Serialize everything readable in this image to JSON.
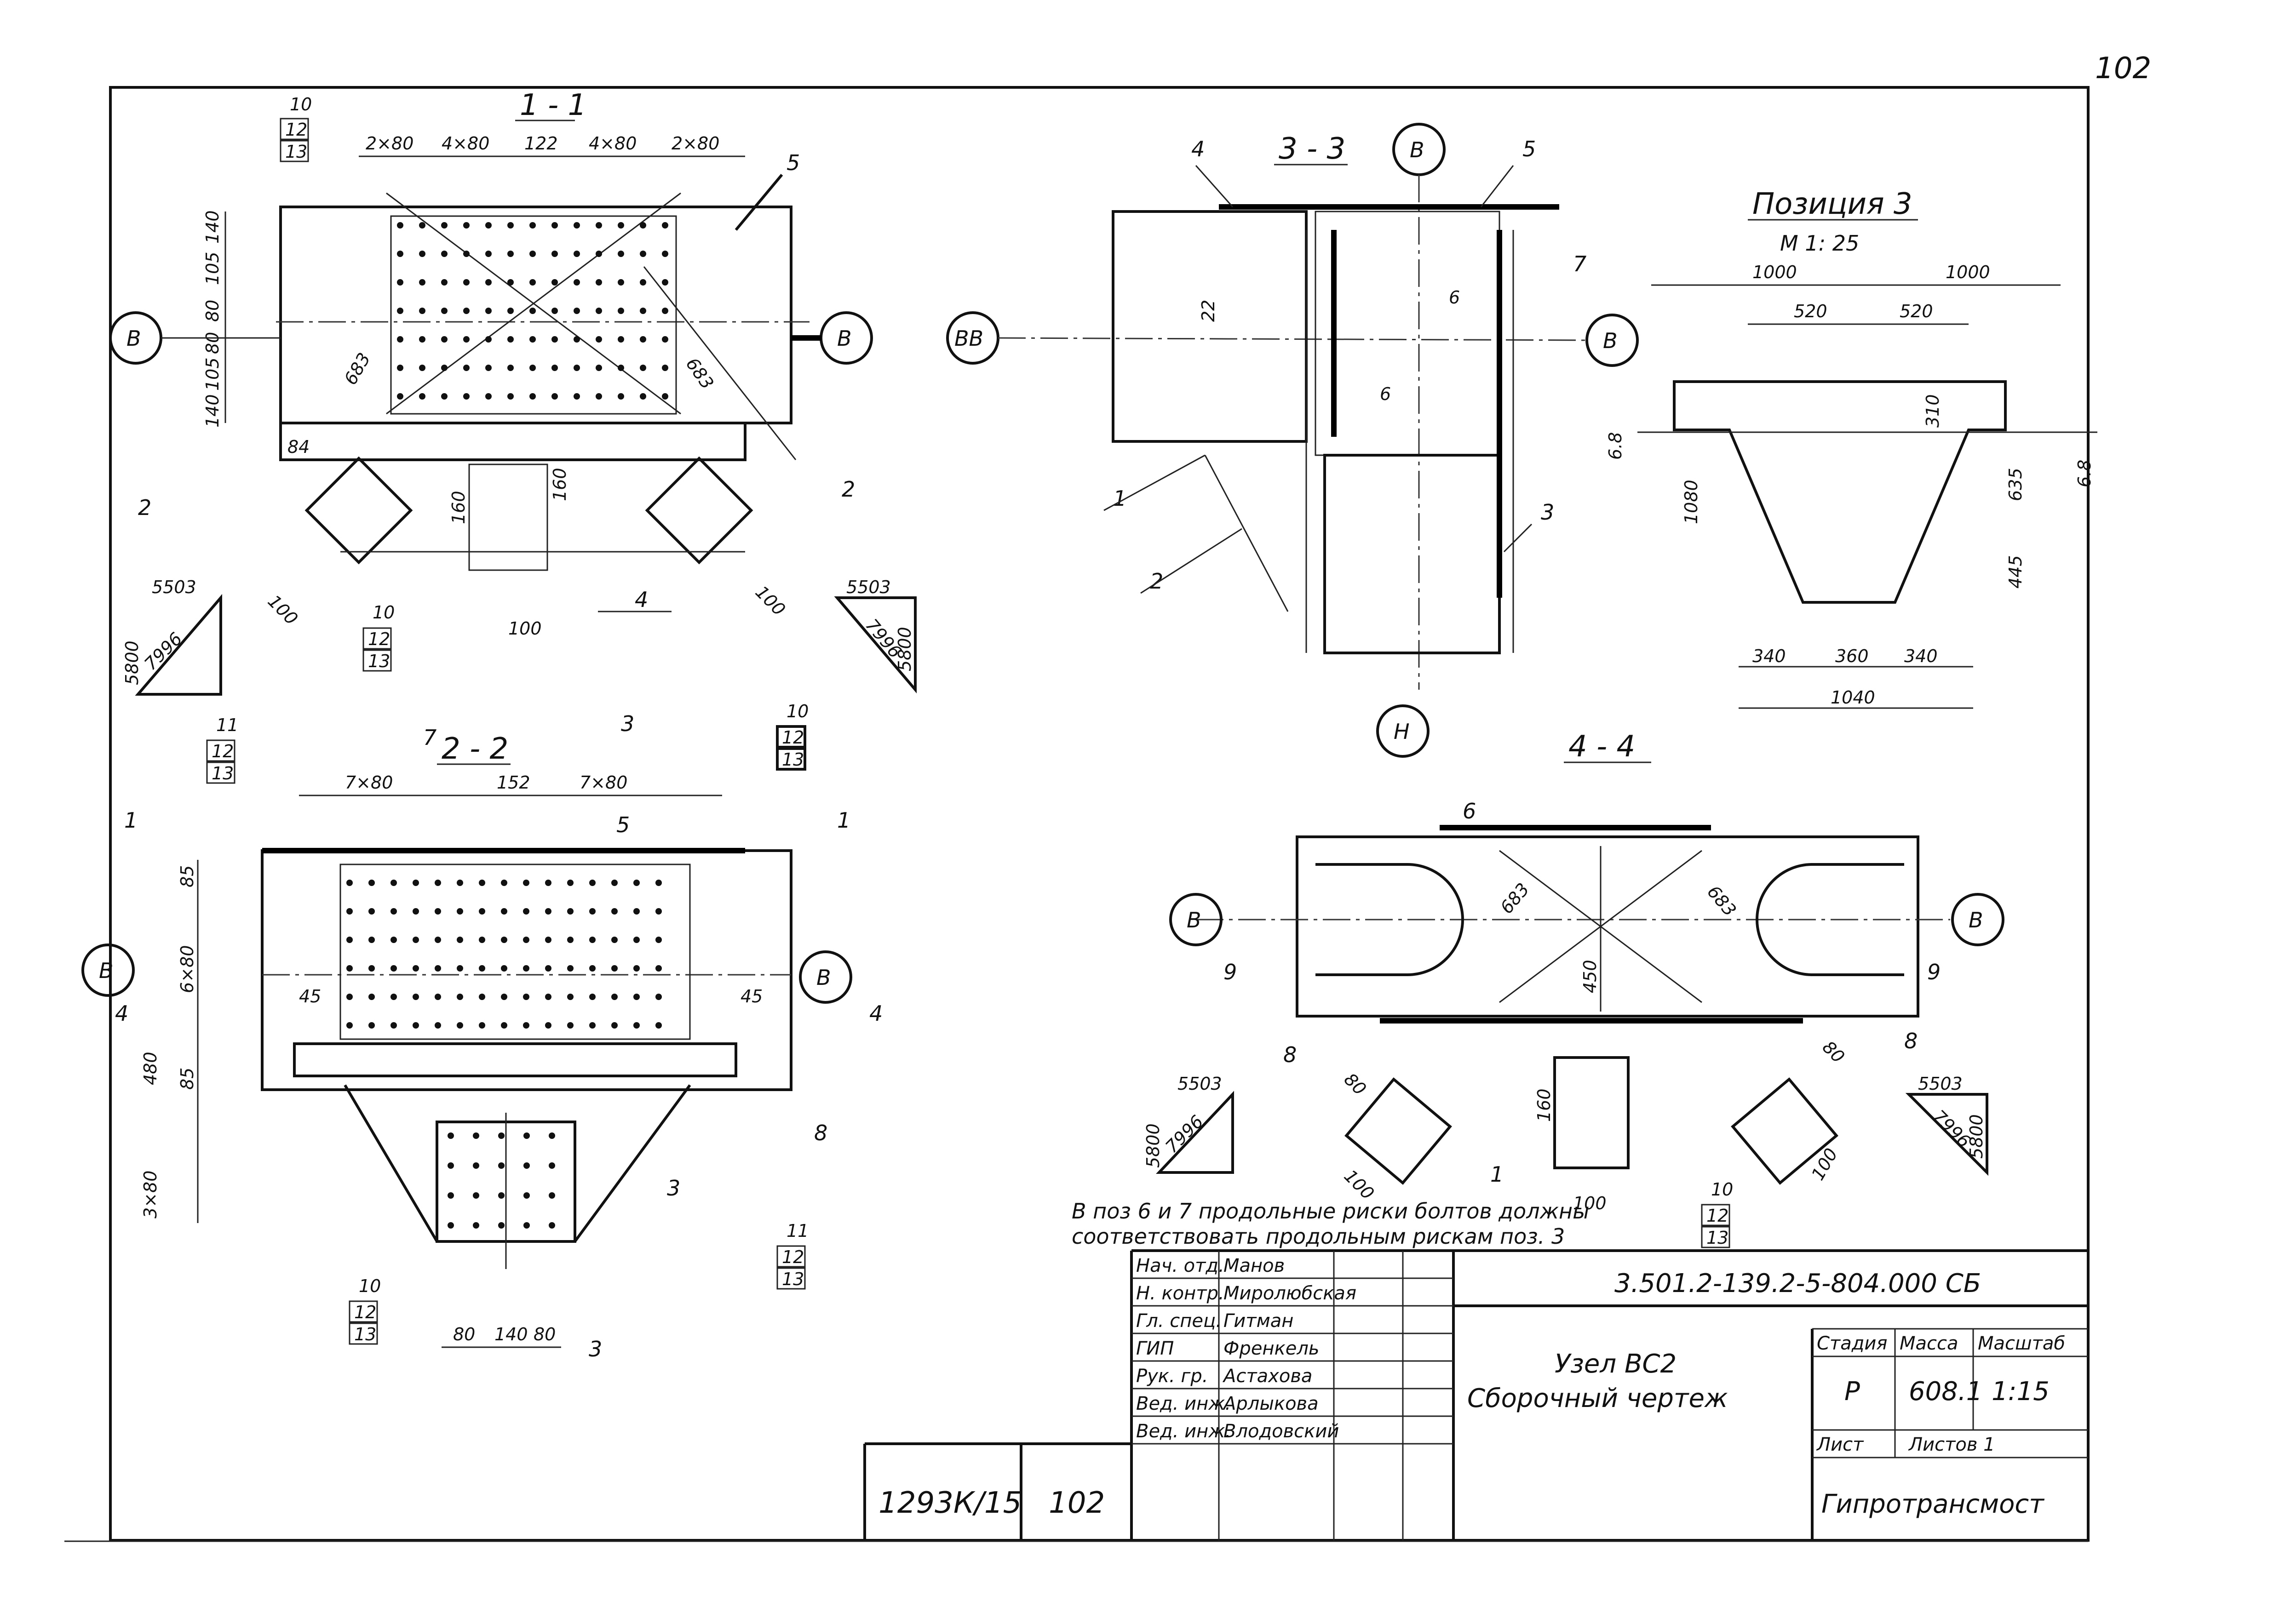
{
  "page_number": "102",
  "sections": {
    "s11": {
      "title": "1 - 1",
      "dims_top": [
        "2×80",
        "4×80",
        "122",
        "4×80",
        "2×80"
      ],
      "dims_left": [
        "140",
        "105",
        "80",
        "80",
        "105",
        "140"
      ],
      "callouts": [
        "10",
        "12",
        "13",
        "5",
        "4",
        "2",
        "2",
        "10",
        "12",
        "13"
      ],
      "axis": "В",
      "dims_misc": [
        "683",
        "683",
        "84",
        "160",
        "160",
        "100",
        "100",
        "100"
      ],
      "tri_left": {
        "top": "5503",
        "left": "5800",
        "hyp": "7996"
      },
      "tri_right": {
        "top": "5503",
        "hyp": "7996",
        "right": "5800"
      }
    },
    "s33": {
      "title": "3 - 3",
      "axis_top": "В",
      "axis_bottom": "Н",
      "axis_left": "ВВ",
      "axis_right": "В",
      "callouts": [
        "4",
        "5",
        "7",
        "6",
        "6",
        "1",
        "2",
        "3"
      ],
      "dim": "22"
    },
    "pos3": {
      "title": "Позиция 3",
      "scale": "М 1: 25",
      "dims": [
        "1000",
        "1000",
        "520",
        "520",
        "310",
        "1080",
        "635",
        "445",
        "340",
        "360",
        "340",
        "1040",
        "6.8",
        "6.8"
      ]
    },
    "s22": {
      "title": "2 - 2",
      "dims_top": [
        "7×80",
        "152",
        "7×80"
      ],
      "dims_left": [
        "85",
        "6×80",
        "480",
        "85",
        "3×80"
      ],
      "dims_misc": [
        "45",
        "45"
      ],
      "dims_bottom": [
        "80",
        "140",
        "80"
      ],
      "callouts": [
        "11",
        "12",
        "13",
        "7",
        "5",
        "10",
        "12",
        "13",
        "8",
        "3",
        "10",
        "12",
        "13",
        "11",
        "12",
        "13"
      ],
      "cut_marks": [
        "1",
        "1",
        "3",
        "3",
        "4",
        "4"
      ],
      "axis": "В"
    },
    "s44": {
      "title": "4 - 4",
      "callouts": [
        "6",
        "9",
        "9",
        "8",
        "8",
        "1",
        "10",
        "12",
        "13"
      ],
      "dims": [
        "683",
        "683",
        "450",
        "80",
        "80",
        "160",
        "100",
        "100",
        "100"
      ],
      "axis": "В",
      "tri_left": {
        "top": "5503",
        "left": "5800",
        "hyp": "7996"
      },
      "tri_right": {
        "top": "5503",
        "hyp": "7996",
        "right": "5800"
      }
    }
  },
  "note": [
    "В поз 6 и 7 продольные риски болтов должны",
    "соответствовать продольным рискам поз. 3"
  ],
  "title_block": {
    "roles": [
      "Нач. отд.",
      "Н. контр.",
      "Гл. спец.",
      "ГИП",
      "Рук. гр.",
      "Вед. инж.",
      "Вед. инж."
    ],
    "names": [
      "Манов",
      "Миролюбская",
      "Гитман",
      "Френкель",
      "Астахова",
      "Арлыкова",
      "Влодовский"
    ],
    "doc_code": "3.501.2-139.2-5-804.000 СБ",
    "title": "Узел ВС2",
    "subtitle": "Сборочный чертеж",
    "col_headers": [
      "Стадия",
      "Масса",
      "Масштаб"
    ],
    "stage": "Р",
    "mass": "608.1",
    "scale": "1:15",
    "sheet_label": "Лист",
    "sheets_label": "Листов 1",
    "org": "Гипротрансмост",
    "archive": "1293К/15",
    "archive_sheet": "102"
  }
}
